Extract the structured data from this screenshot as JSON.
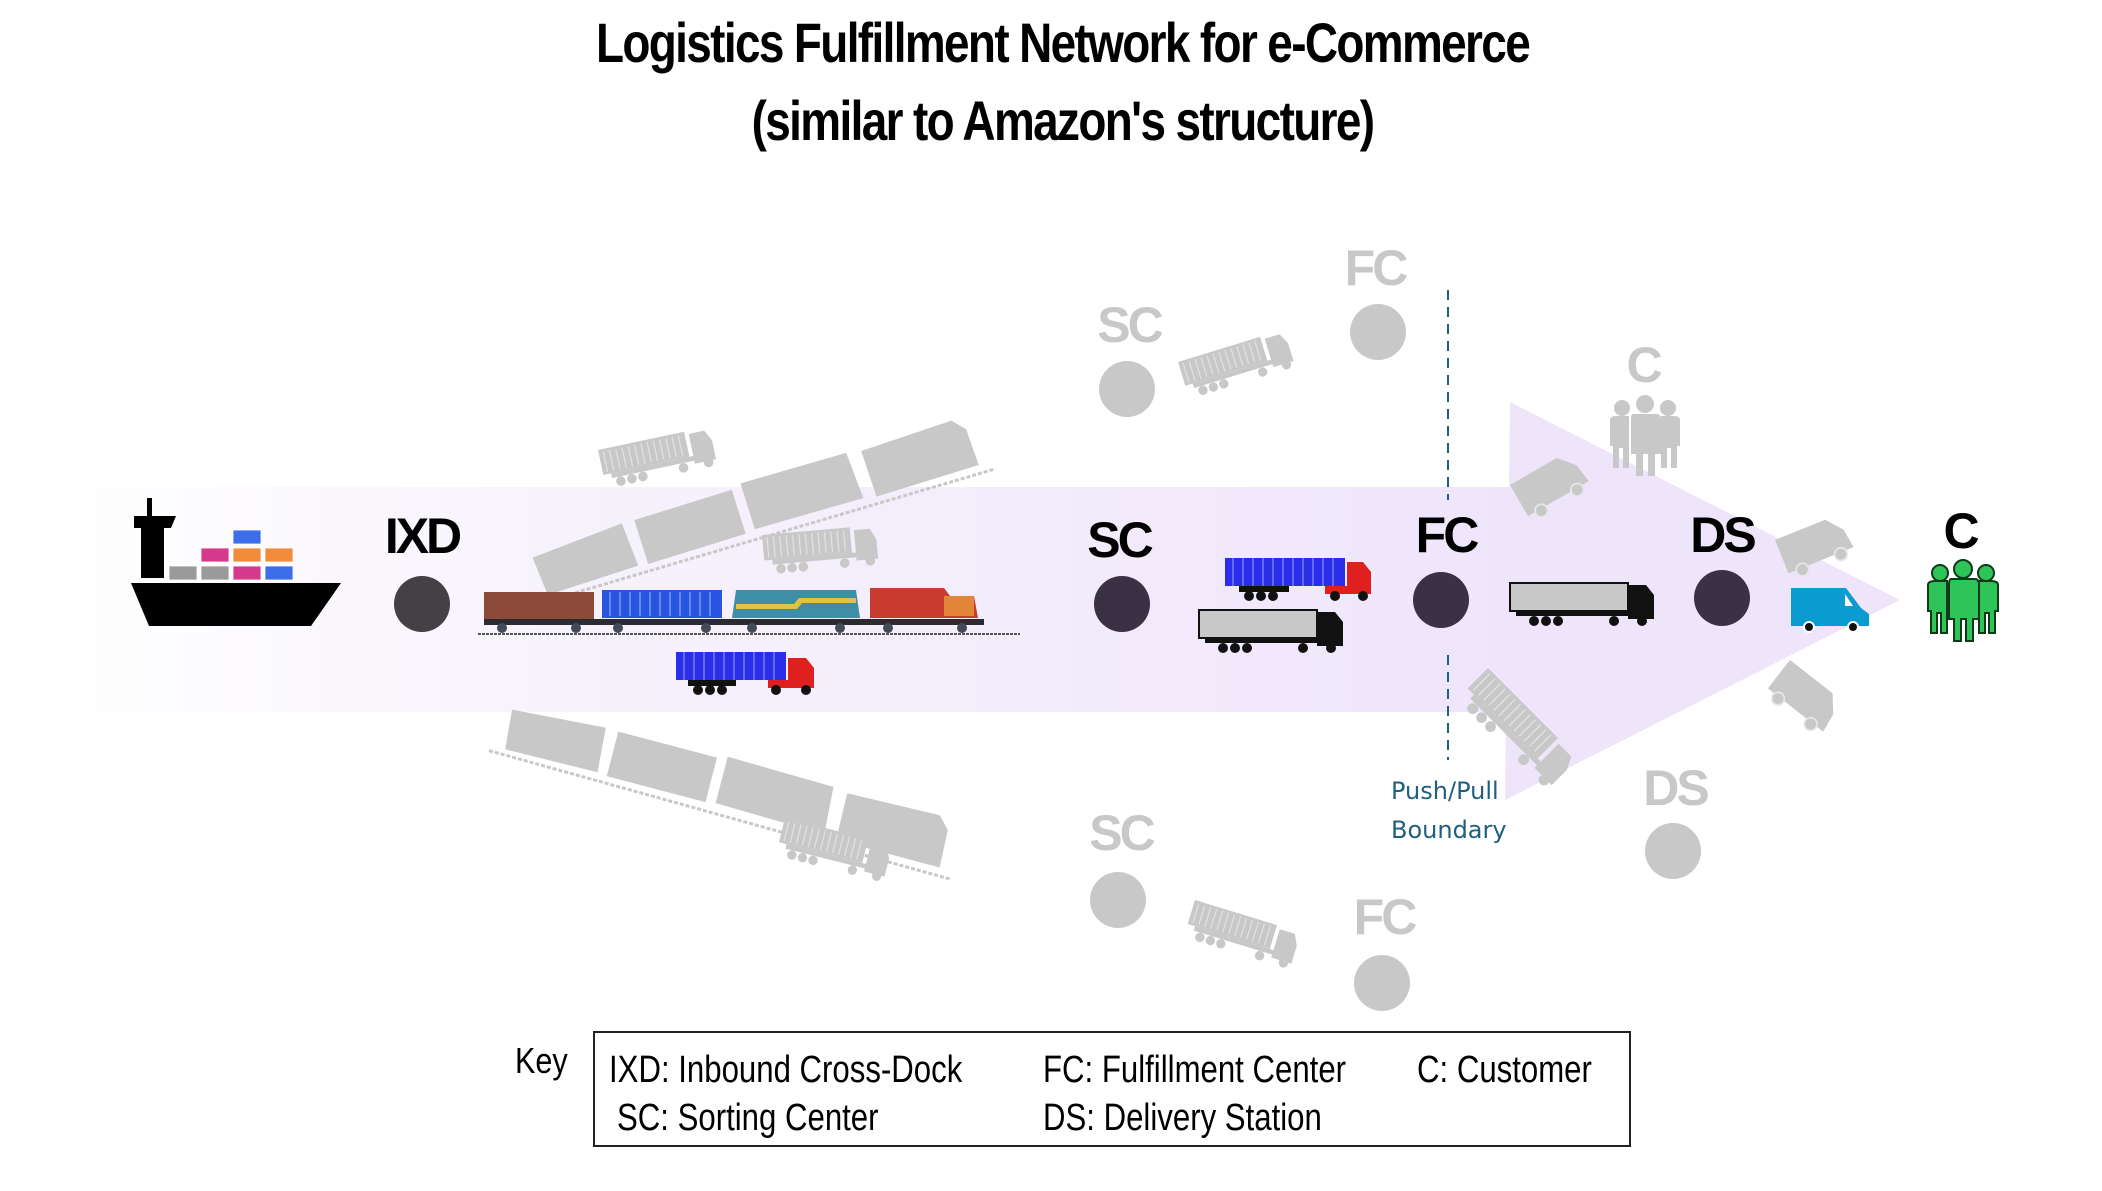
{
  "title": {
    "line1": "Logistics Fulfillment Network for e-Commerce",
    "line2": "(similar to Amazon's structure)"
  },
  "colors": {
    "arrow_fill": "#efe5fb",
    "main_node": "#3b3145",
    "ixd_node": "#444046",
    "ghost": "#c8c8c8",
    "boundary": "#1f5f80",
    "customer_icon": "#2ec45a",
    "delivery_van": "#0a9bd0"
  },
  "main_flow": {
    "origin": {
      "icon": "cargo-ship-icon"
    },
    "nodes": [
      {
        "id": "ixd",
        "label": "IXD"
      },
      {
        "id": "sc",
        "label": "SC"
      },
      {
        "id": "fc",
        "label": "FC"
      },
      {
        "id": "ds",
        "label": "DS"
      },
      {
        "id": "c",
        "label": "C"
      }
    ],
    "links": [
      {
        "from": "IXD",
        "to": "SC",
        "modes": [
          "freight-train-icon",
          "container-truck-icon"
        ]
      },
      {
        "from": "SC",
        "to": "FC",
        "modes": [
          "container-truck-icon",
          "box-truck-icon"
        ]
      },
      {
        "from": "FC",
        "to": "DS",
        "modes": [
          "box-truck-icon"
        ]
      },
      {
        "from": "DS",
        "to": "C",
        "modes": [
          "delivery-van-icon"
        ]
      }
    ]
  },
  "ghost_branches": {
    "upper": [
      {
        "label": "SC"
      },
      {
        "label": "FC"
      },
      {
        "label": "C"
      }
    ],
    "lower": [
      {
        "label": "SC"
      },
      {
        "label": "FC"
      },
      {
        "label": "DS"
      }
    ]
  },
  "boundary": {
    "line1": "Push/Pull",
    "line2": "Boundary"
  },
  "key": {
    "label": "Key",
    "items": [
      "IXD: Inbound Cross-Dock",
      "FC: Fulfillment Center",
      "C: Customer",
      "SC: Sorting Center",
      "DS: Delivery Station"
    ]
  }
}
